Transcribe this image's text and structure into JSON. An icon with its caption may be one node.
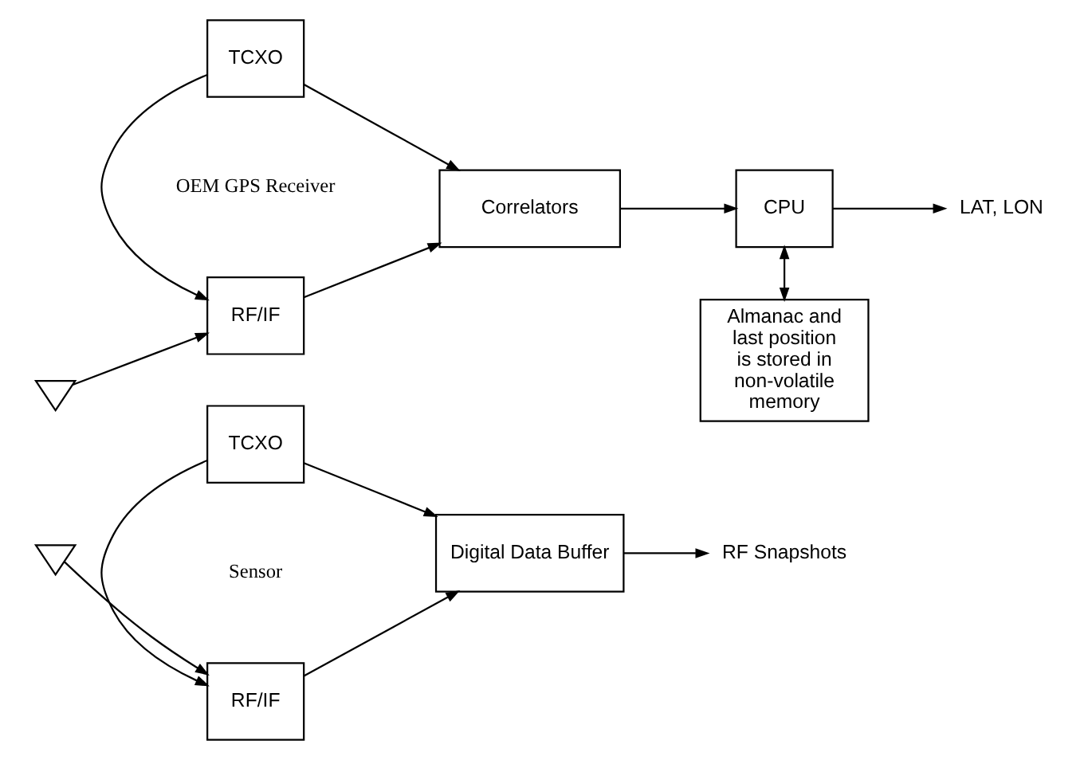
{
  "diagram": {
    "nodes": [
      {
        "text": [],
        "shape": "antenna"
      },
      {
        "text": [
          "RF/IF"
        ]
      },
      {
        "text": [
          "Correlators"
        ]
      },
      {
        "text": [
          "CPU"
        ]
      },
      {
        "text": [
          "LAT, LON"
        ]
      },
      {
        "text": [
          "TCXO"
        ]
      },
      {
        "text": [
          "Almanac and last position is stored in non-volatile memory"
        ]
      },
      {
        "text": [],
        "shape": "antenna"
      },
      {
        "text": [
          "RF/IF"
        ]
      },
      {
        "text": [
          "Digital Data Buffer"
        ]
      },
      {
        "text": [
          "RF Snapshots"
        ]
      },
      {
        "text": [
          "TCXO"
        ]
      }
    ],
    "edges": [
      {
        "from": 0,
        "to": 1,
        "arrow": "to"
      },
      {
        "from": 1,
        "to": 2,
        "arrow": "to"
      },
      {
        "from": 2,
        "to": 3,
        "arrow": "to"
      },
      {
        "from": 3,
        "to": 4,
        "arrow": "to"
      },
      {
        "from": 5,
        "to": 1,
        "arrow": "to"
      },
      {
        "from": 5,
        "to": 2,
        "arrow": "to"
      },
      {
        "from": 3,
        "to": 6,
        "arrow": "both"
      },
      {
        "from": 7,
        "to": 8,
        "arrow": "to"
      },
      {
        "from": 8,
        "to": 9,
        "arrow": "to"
      },
      {
        "from": 9,
        "to": 10,
        "arrow": "to"
      },
      {
        "from": 11,
        "to": 8,
        "arrow": "to"
      },
      {
        "from": 11,
        "to": 9,
        "arrow": "to"
      }
    ],
    "labels": [
      "OEM GPS Receiver",
      "Sensor"
    ]
  }
}
